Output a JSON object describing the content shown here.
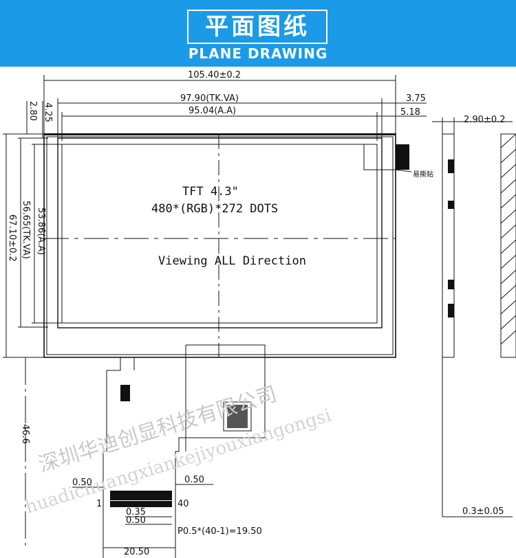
{
  "header": {
    "title_cn": "平面图纸",
    "title_en": "PLANE DRAWING"
  },
  "drawing": {
    "dim_overall_width": "105.40±0.2",
    "dim_tkva_width": "97.90(TK.VA)",
    "dim_aa_width": "95.04(A.A)",
    "dim_right_375": "3.75",
    "dim_right_518": "5.18",
    "dim_left_280": "2.80",
    "dim_left_425": "4.25",
    "dim_overall_height": "67.10±0.2",
    "dim_tkva_height": "56.65(TK.VA)",
    "dim_aa_height": "53.86(A.A)",
    "side_thickness": "2.90±0.2",
    "side_bottom": "0.3±0.05",
    "easy_tear_label": "易撕贴",
    "screen_line1": "TFT 4.3\"",
    "screen_line2": "480*(RGB)*272  DOTS",
    "screen_line3": "Viewing ALL  Direction",
    "fpc_label_left": "0.50",
    "fpc_label_right": "0.50",
    "pin_first": "1",
    "pin_last": "40",
    "pitch_035": "0.35",
    "pitch_050": "0.50",
    "pitch_formula": "P0.5*(40-1)=19.50",
    "fpc_width": "20.50",
    "fpc_length": "46.6",
    "watermark_cn": "深圳华迪创显科技有限公司",
    "watermark_en": "huadichuangxiankejiyouxiangongsi"
  }
}
